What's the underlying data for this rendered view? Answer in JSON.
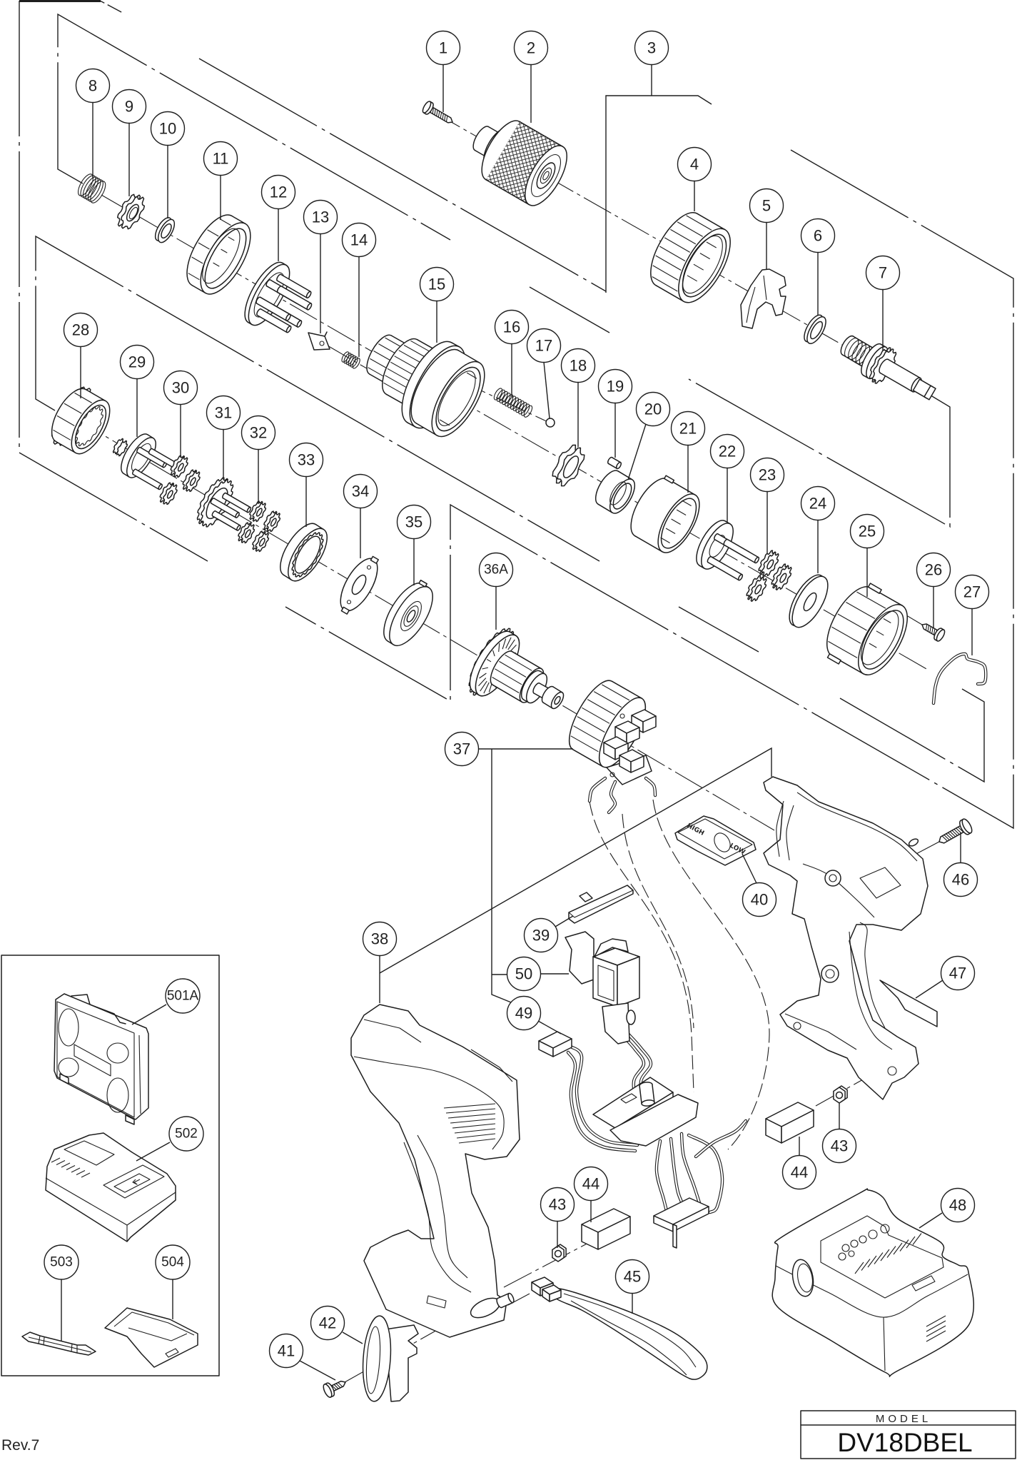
{
  "callouts": {
    "c1": "1",
    "c2": "2",
    "c3": "3",
    "c4": "4",
    "c5": "5",
    "c6": "6",
    "c7": "7",
    "c8": "8",
    "c9": "9",
    "c10": "10",
    "c11": "11",
    "c12": "12",
    "c13": "13",
    "c14": "14",
    "c15": "15",
    "c16": "16",
    "c17": "17",
    "c18": "18",
    "c19": "19",
    "c20": "20",
    "c21": "21",
    "c22": "22",
    "c23": "23",
    "c24": "24",
    "c25": "25",
    "c26": "26",
    "c27": "27",
    "c28": "28",
    "c29": "29",
    "c30": "30",
    "c31": "31",
    "c32": "32",
    "c33": "33",
    "c34": "34",
    "c35": "35",
    "c36A": "36A",
    "c37": "37",
    "c38": "38",
    "c39": "39",
    "c40": "40",
    "c41": "41",
    "c42": "42",
    "c43a": "43",
    "c43b": "43",
    "c44a": "44",
    "c44b": "44",
    "c45": "45",
    "c46": "46",
    "c47": "47",
    "c48": "48",
    "c49": "49",
    "c50": "50",
    "c501A": "501A",
    "c502": "502",
    "c503": "503",
    "c504": "504"
  },
  "speed_selector": {
    "high": "HIGH",
    "low": "LOW"
  },
  "model_box": {
    "label": "MODEL",
    "model": "DV18DBEL"
  },
  "revision": "Rev.7"
}
